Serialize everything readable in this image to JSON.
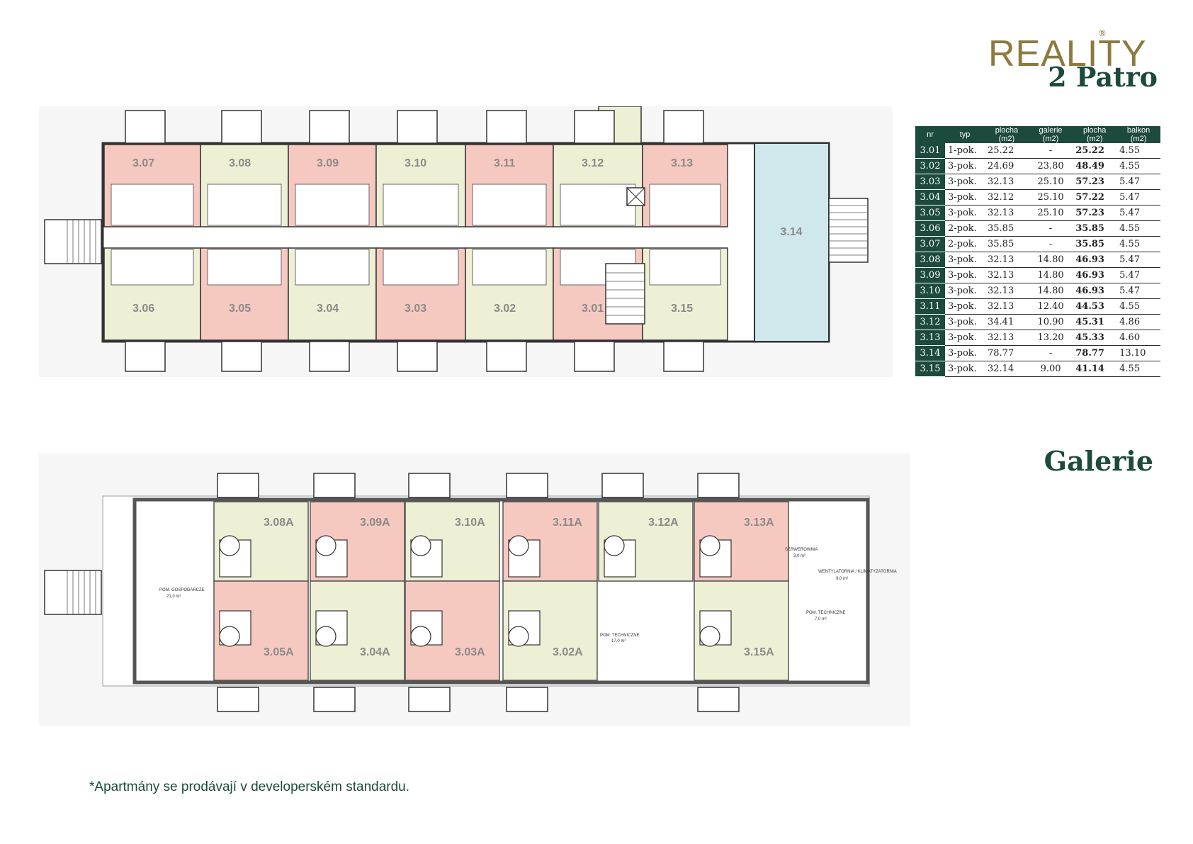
{
  "logo": {
    "brand": "REALITY",
    "subtitle": "2 Patro",
    "reg_mark": "®"
  },
  "gallery_title": "Galerie",
  "footnote": "*Apartmány se prodávají v developerském standardu.",
  "colors": {
    "dark_green": "#1c4a3c",
    "gold": "#8c7a3e",
    "pink": "#f6c9c0",
    "yellow": "#eef0d6",
    "blue": "#cfe8ec",
    "wall": "#3a3a3a"
  },
  "table": {
    "headers": [
      "nr",
      "typ",
      "plocha (m2)",
      "galerie (m2)",
      "plocha (m2)",
      "balkon (m2)"
    ],
    "rows": [
      {
        "nr": "3.01",
        "typ": "1-pok.",
        "plocha": "25.22",
        "galerie": "-",
        "total": "25.22",
        "balkon": "4.55"
      },
      {
        "nr": "3.02",
        "typ": "3-pok.",
        "plocha": "24.69",
        "galerie": "23.80",
        "total": "48.49",
        "balkon": "4.55"
      },
      {
        "nr": "3.03",
        "typ": "3-pok.",
        "plocha": "32.13",
        "galerie": "25.10",
        "total": "57.23",
        "balkon": "5.47"
      },
      {
        "nr": "3.04",
        "typ": "3-pok.",
        "plocha": "32.12",
        "galerie": "25.10",
        "total": "57.22",
        "balkon": "5.47"
      },
      {
        "nr": "3.05",
        "typ": "3-pok.",
        "plocha": "32.13",
        "galerie": "25.10",
        "total": "57.23",
        "balkon": "5.47"
      },
      {
        "nr": "3.06",
        "typ": "2-pok.",
        "plocha": "35.85",
        "galerie": "-",
        "total": "35.85",
        "balkon": "4.55"
      },
      {
        "nr": "3.07",
        "typ": "2-pok.",
        "plocha": "35.85",
        "galerie": "-",
        "total": "35.85",
        "balkon": "4.55"
      },
      {
        "nr": "3.08",
        "typ": "3-pok.",
        "plocha": "32.13",
        "galerie": "14.80",
        "total": "46.93",
        "balkon": "5.47"
      },
      {
        "nr": "3.09",
        "typ": "3-pok.",
        "plocha": "32.13",
        "galerie": "14.80",
        "total": "46.93",
        "balkon": "5.47"
      },
      {
        "nr": "3.10",
        "typ": "3-pok.",
        "plocha": "32.13",
        "galerie": "14.80",
        "total": "46.93",
        "balkon": "5.47"
      },
      {
        "nr": "3.11",
        "typ": "3-pok.",
        "plocha": "32.13",
        "galerie": "12.40",
        "total": "44.53",
        "balkon": "4.55"
      },
      {
        "nr": "3.12",
        "typ": "3-pok.",
        "plocha": "34.41",
        "galerie": "10.90",
        "total": "45.31",
        "balkon": "4.86"
      },
      {
        "nr": "3.13",
        "typ": "3-pok.",
        "plocha": "32.13",
        "galerie": "13.20",
        "total": "45.33",
        "balkon": "4.60"
      },
      {
        "nr": "3.14",
        "typ": "3-pok.",
        "plocha": "78.77",
        "galerie": "-",
        "total": "78.77",
        "balkon": "13.10"
      },
      {
        "nr": "3.15",
        "typ": "3-pok.",
        "plocha": "32.14",
        "galerie": "9.00",
        "total": "41.14",
        "balkon": "4.55"
      }
    ]
  },
  "floor_plan": {
    "units_top": [
      {
        "label": "3.07",
        "color": "pink"
      },
      {
        "label": "3.08",
        "color": "yellow"
      },
      {
        "label": "3.09",
        "color": "pink"
      },
      {
        "label": "3.10",
        "color": "yellow"
      },
      {
        "label": "3.11",
        "color": "pink"
      },
      {
        "label": "3.12",
        "color": "yellow"
      },
      {
        "label": "3.13",
        "color": "pink"
      }
    ],
    "units_bottom": [
      {
        "label": "3.06",
        "color": "yellow"
      },
      {
        "label": "3.05",
        "color": "pink"
      },
      {
        "label": "3.04",
        "color": "yellow"
      },
      {
        "label": "3.03",
        "color": "pink"
      },
      {
        "label": "3.02",
        "color": "yellow"
      },
      {
        "label": "3.01",
        "color": "pink"
      },
      {
        "label": "3.15",
        "color": "yellow"
      }
    ],
    "unit_right": {
      "label": "3.14",
      "color": "blue"
    }
  },
  "gallery_plan": {
    "units_top": [
      {
        "label": "3.08A",
        "color": "yellow"
      },
      {
        "label": "3.09A",
        "color": "pink"
      },
      {
        "label": "3.10A",
        "color": "yellow"
      },
      {
        "label": "3.11A",
        "color": "pink"
      },
      {
        "label": "3.12A",
        "color": "yellow"
      },
      {
        "label": "3.13A",
        "color": "pink"
      }
    ],
    "units_bottom": [
      {
        "label": "3.05A",
        "color": "pink"
      },
      {
        "label": "3.04A",
        "color": "yellow"
      },
      {
        "label": "3.03A",
        "color": "pink"
      },
      {
        "label": "3.02A",
        "color": "yellow"
      },
      {
        "label": "3.15A",
        "color": "yellow"
      }
    ],
    "rooms": [
      {
        "name": "POM. GOSPODARCZE",
        "area": "21,0 m²"
      },
      {
        "name": "POM. TECHNICZNE",
        "area": "17,0 m²"
      },
      {
        "name": "SERWEROWNIA",
        "area": "3,0 m²"
      },
      {
        "name": "WENTYLATORNIA / KLIMATYZATORNIA",
        "area": "9,0 m²"
      },
      {
        "name": "POM. TECHNICZNE",
        "area": "7,0 m²"
      }
    ]
  }
}
